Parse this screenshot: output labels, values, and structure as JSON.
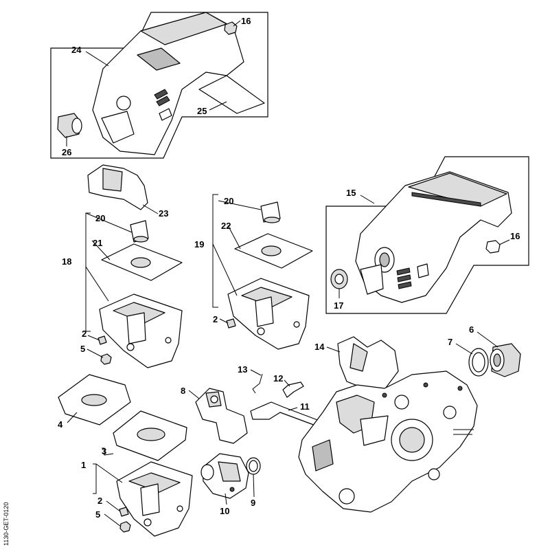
{
  "diagram": {
    "callouts": [
      "1",
      "2",
      "3",
      "4",
      "5",
      "6",
      "7",
      "8",
      "9",
      "10",
      "11",
      "12",
      "13",
      "14",
      "15",
      "16",
      "17",
      "18",
      "19",
      "20",
      "21",
      "22",
      "23",
      "24",
      "25",
      "26"
    ],
    "drawing_code": "1130-GET-0120"
  }
}
